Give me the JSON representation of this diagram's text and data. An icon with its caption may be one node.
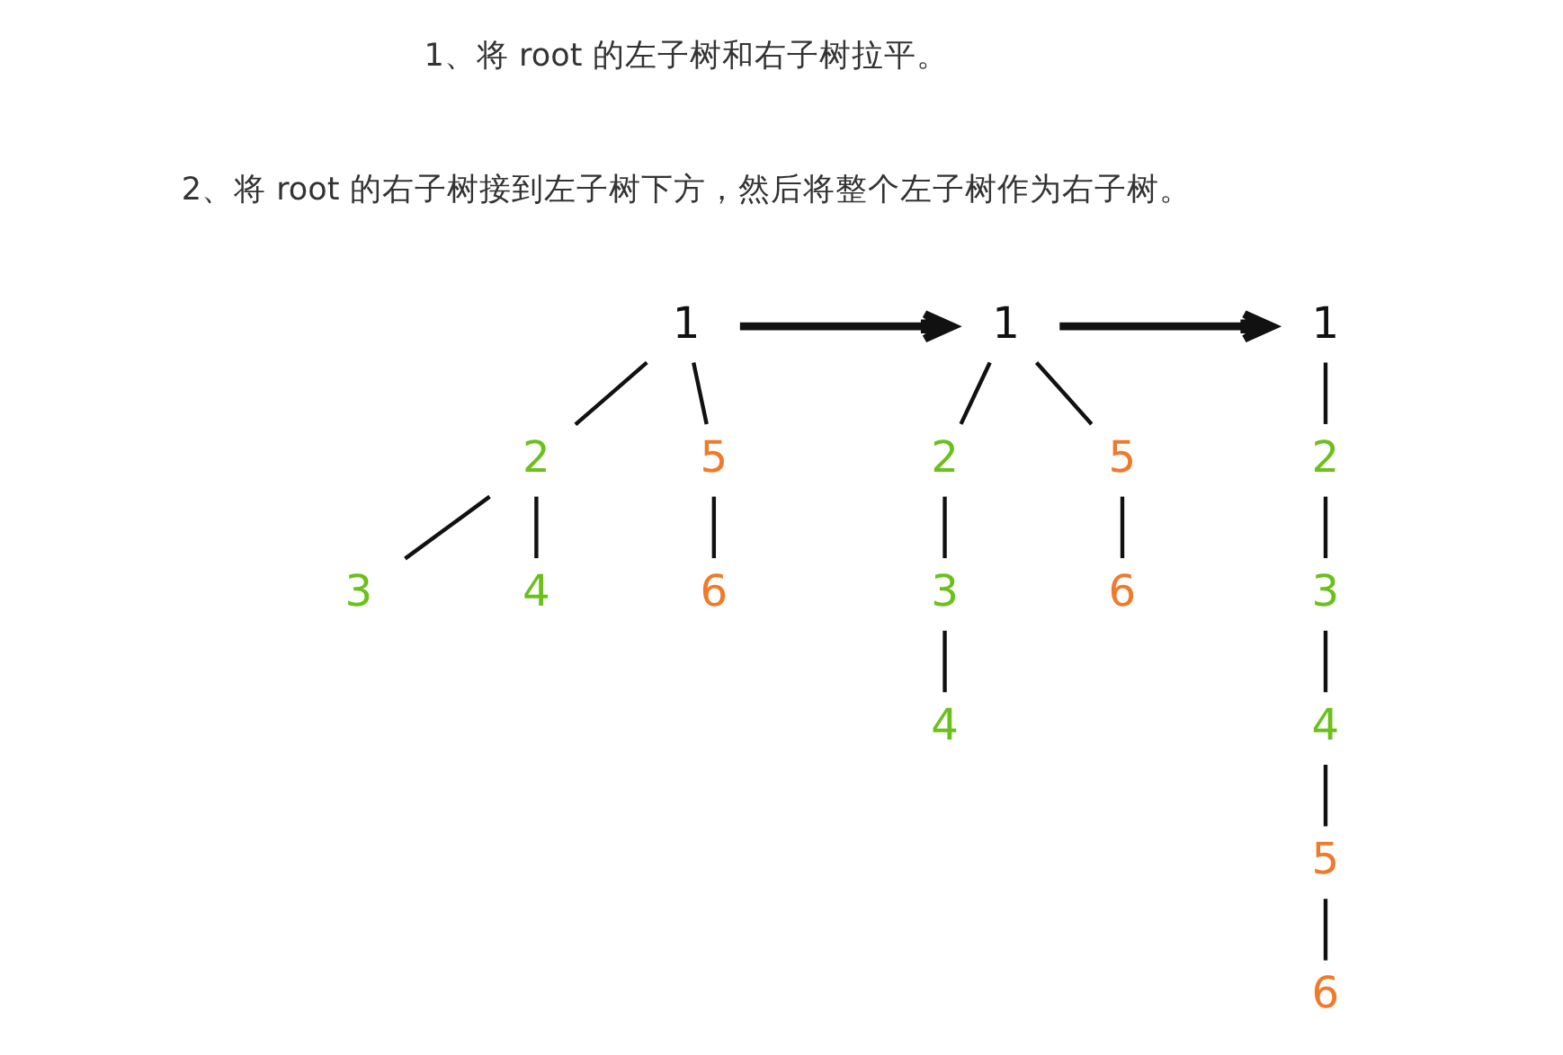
{
  "diagram": {
    "nodes": [
      {
        "text": [
          "1"
        ]
      },
      {
        "text": [
          "2"
        ]
      },
      {
        "text": [
          "5"
        ]
      },
      {
        "text": [
          "3"
        ]
      },
      {
        "text": [
          "4"
        ]
      },
      {
        "text": [
          "6"
        ]
      },
      {
        "text": [
          "1"
        ]
      },
      {
        "text": [
          "2"
        ]
      },
      {
        "text": [
          "5"
        ]
      },
      {
        "text": [
          "3"
        ]
      },
      {
        "text": [
          "6"
        ]
      },
      {
        "text": [
          "4"
        ]
      },
      {
        "text": [
          "1"
        ]
      },
      {
        "text": [
          "2"
        ]
      },
      {
        "text": [
          "3"
        ]
      },
      {
        "text": [
          "4"
        ]
      },
      {
        "text": [
          "5"
        ]
      },
      {
        "text": [
          "6"
        ]
      }
    ],
    "edges": [
      {
        "from": 0,
        "to": 1,
        "arrow": "none"
      },
      {
        "from": 0,
        "to": 2,
        "arrow": "none"
      },
      {
        "from": 1,
        "to": 3,
        "arrow": "none"
      },
      {
        "from": 1,
        "to": 4,
        "arrow": "none"
      },
      {
        "from": 2,
        "to": 5,
        "arrow": "none"
      },
      {
        "from": 0,
        "to": 6,
        "arrow": "to",
        "style": "thick"
      },
      {
        "from": 6,
        "to": 7,
        "arrow": "none"
      },
      {
        "from": 6,
        "to": 8,
        "arrow": "none"
      },
      {
        "from": 7,
        "to": 9,
        "arrow": "none"
      },
      {
        "from": 8,
        "to": 10,
        "arrow": "none"
      },
      {
        "from": 9,
        "to": 11,
        "arrow": "none"
      },
      {
        "from": 6,
        "to": 12,
        "arrow": "to",
        "style": "thick"
      },
      {
        "from": 12,
        "to": 13,
        "arrow": "none"
      },
      {
        "from": 13,
        "to": 14,
        "arrow": "none"
      },
      {
        "from": 14,
        "to": 15,
        "arrow": "none"
      },
      {
        "from": 15,
        "to": 16,
        "arrow": "none"
      },
      {
        "from": 16,
        "to": 17,
        "arrow": "none"
      }
    ],
    "labels": [
      "1、将 root 的左子树和右子树拉平。",
      "2、将 root 的右子树接到左子树下方，然后将整个左子树作为右子树。"
    ]
  }
}
